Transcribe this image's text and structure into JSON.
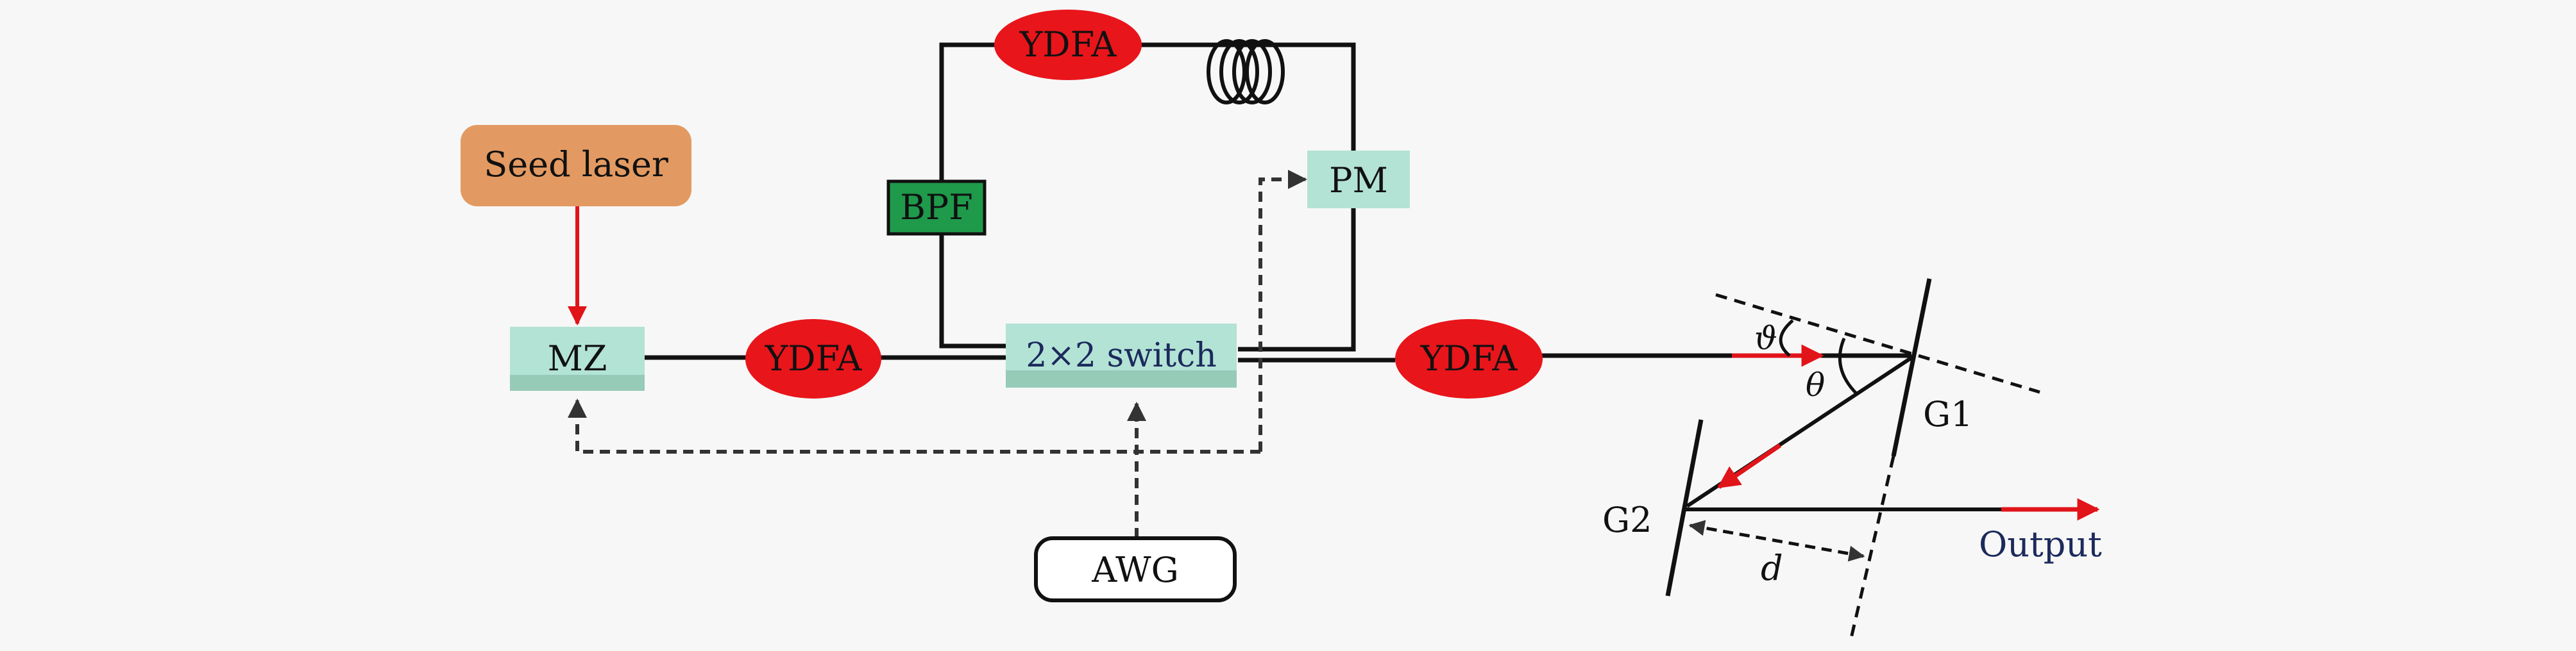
{
  "labels": {
    "seed_laser": "Seed laser",
    "mz": "MZ",
    "ydfa_1": "YDFA",
    "switch": "2×2 switch",
    "ydfa_loop": "YDFA",
    "bpf": "BPF",
    "pm": "PM",
    "ydfa_2": "YDFA",
    "awg": "AWG",
    "g1": "G1",
    "g2": "G2",
    "output": "Output",
    "theta_incidence": "ϑ",
    "theta": "θ",
    "distance": "d"
  },
  "colors": {
    "background": "#f7f7f7",
    "seed_laser_box": "#e39a62",
    "module_box": "#b3e3d5",
    "module_box_shadow": "#96cbb8",
    "ydfa_fill": "#e8151b",
    "bpf_fill": "#1e9a4a",
    "signal_arrow": "#e1141a",
    "control_line": "#333333",
    "fiber_line": "#111111"
  }
}
